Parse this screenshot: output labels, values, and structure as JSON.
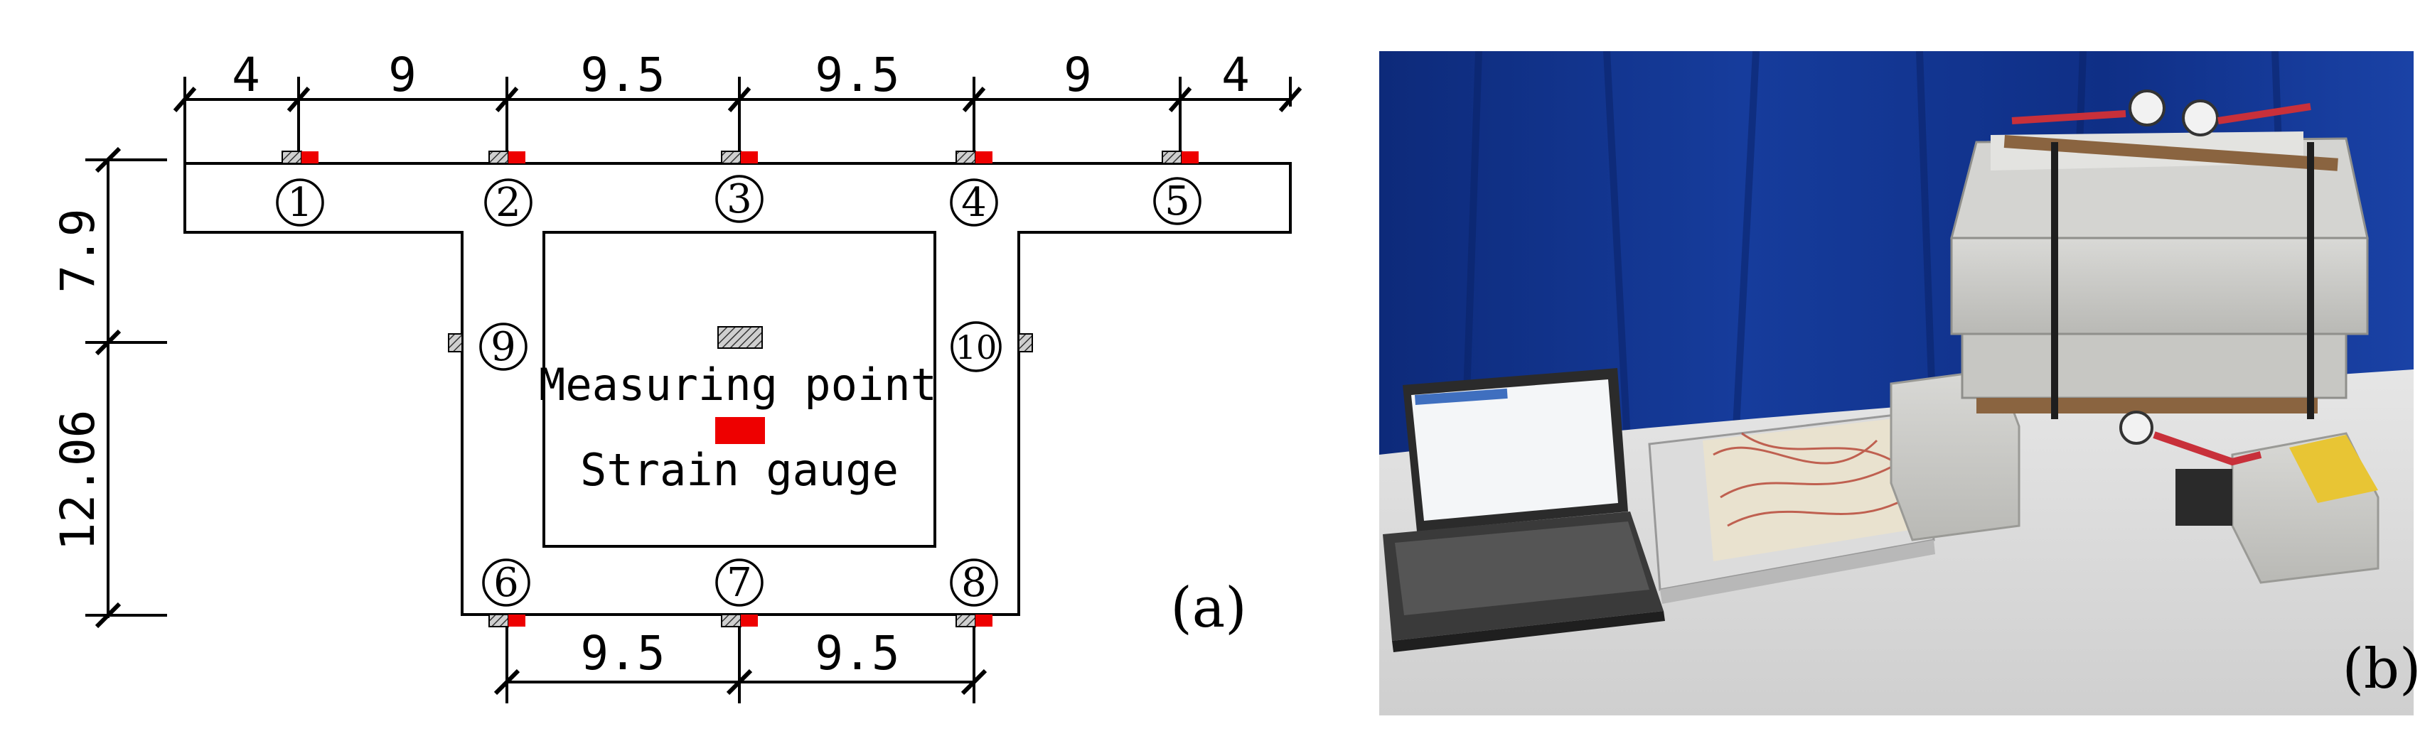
{
  "panel_a": {
    "label": "(a)",
    "top_dims": [
      "4",
      "9",
      "9.5",
      "9.5",
      "9",
      "4"
    ],
    "left_dims": [
      "7.9",
      "12.06"
    ],
    "bottom_dims": [
      "9.5",
      "9.5"
    ],
    "points": [
      "1",
      "2",
      "3",
      "4",
      "5",
      "6",
      "7",
      "8",
      "9",
      "10"
    ],
    "legend": {
      "measuring_point": "Measuring point",
      "strain_gauge": "Strain gauge"
    },
    "colors": {
      "strain_gauge": "#ee0000",
      "measuring_point": "#888888"
    }
  },
  "panel_b": {
    "label": "(b)",
    "photo_subject": "test setup photo: laptop, strain data logger, concrete box-girder specimen with dial gauges"
  }
}
